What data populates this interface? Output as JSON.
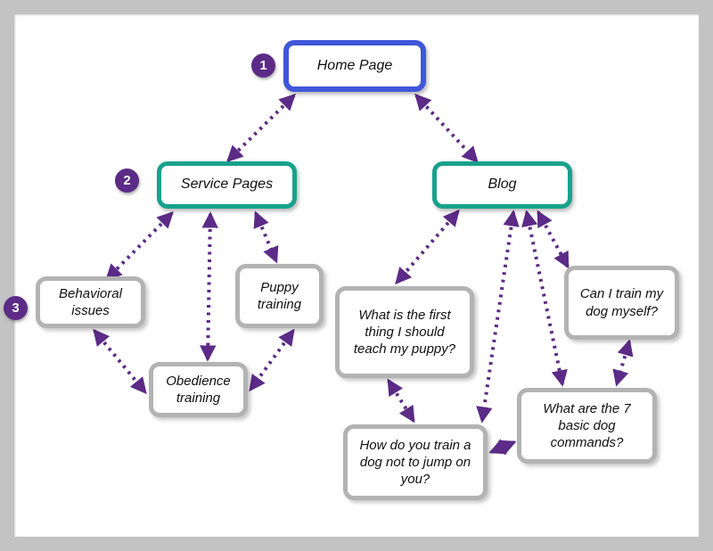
{
  "diagram": {
    "type": "site-structure-linking-diagram",
    "arrow_style": "dotted-double-headed",
    "nodes": {
      "home": {
        "label": "Home Page",
        "level": 1
      },
      "service": {
        "label": "Service Pages",
        "level": 2
      },
      "blog": {
        "label": "Blog",
        "level": 2
      },
      "behavioral": {
        "label": "Behavioral issues",
        "level": 3
      },
      "obedience": {
        "label": "Obedience training",
        "level": 3
      },
      "puppy": {
        "label": "Puppy training",
        "level": 3
      },
      "what_first": {
        "label": "What is the first thing I should teach my puppy?",
        "level": 3
      },
      "can_train": {
        "label": "Can I train my dog myself?",
        "level": 3
      },
      "commands7": {
        "label": "What are the 7 basic dog commands?",
        "level": 3
      },
      "how_jump": {
        "label": "How do you train a dog not to jump on you?",
        "level": 3
      }
    },
    "badges": [
      {
        "label": "1",
        "refers_to": "home"
      },
      {
        "label": "2",
        "refers_to": "service"
      },
      {
        "label": "3",
        "refers_to": "behavioral"
      }
    ],
    "edges": [
      {
        "from": "home",
        "to": "service",
        "bidirectional": true
      },
      {
        "from": "home",
        "to": "blog",
        "bidirectional": true
      },
      {
        "from": "service",
        "to": "behavioral",
        "bidirectional": true
      },
      {
        "from": "service",
        "to": "obedience",
        "bidirectional": true
      },
      {
        "from": "service",
        "to": "puppy",
        "bidirectional": true
      },
      {
        "from": "behavioral",
        "to": "obedience",
        "bidirectional": true
      },
      {
        "from": "puppy",
        "to": "obedience",
        "bidirectional": true
      },
      {
        "from": "blog",
        "to": "what_first",
        "bidirectional": true
      },
      {
        "from": "blog",
        "to": "how_jump",
        "bidirectional": true
      },
      {
        "from": "blog",
        "to": "commands7",
        "bidirectional": true
      },
      {
        "from": "blog",
        "to": "can_train",
        "bidirectional": true
      },
      {
        "from": "what_first",
        "to": "how_jump",
        "bidirectional": true
      },
      {
        "from": "how_jump",
        "to": "commands7",
        "bidirectional": true
      },
      {
        "from": "can_train",
        "to": "commands7",
        "bidirectional": true
      }
    ]
  },
  "colors": {
    "frame": "#c3c3c3",
    "canvas": "#ffffff",
    "home-border": "#3f56d9",
    "section-border": "#17a28c",
    "leaf-border": "#b3b3b3",
    "arrow": "#5b2b87",
    "badge-bg": "#5b2b87",
    "badge-text": "#ffffff",
    "ink": "#111111"
  }
}
